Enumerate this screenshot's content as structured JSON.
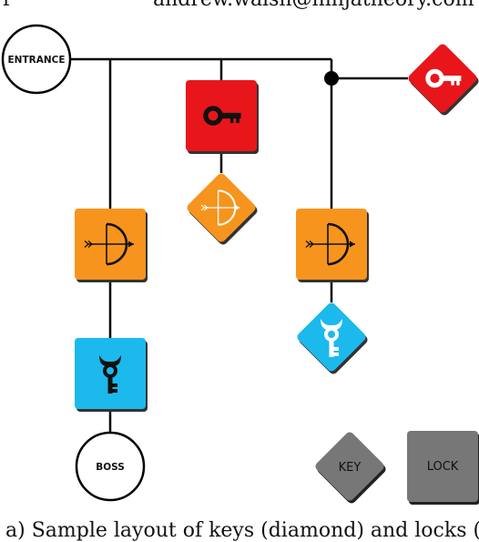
{
  "header": {
    "left_mark": "r",
    "email_fragment": "andrew.walsh@ninjatheory.com"
  },
  "nodes": {
    "entrance": {
      "label": "ENTRANCE"
    },
    "boss": {
      "label": "BOSS"
    }
  },
  "legend": {
    "key_label": "KEY",
    "lock_label": "LOCK"
  },
  "caption": "a) Sample layout of keys (diamond) and locks (",
  "colors": {
    "red": "#e8161a",
    "orange": "#f7941d",
    "blue": "#1cb9ec",
    "gray": "#777777",
    "line": "#000000"
  },
  "icons": {
    "red_lock": "red-key-lock-icon",
    "red_key": "red-key-diamond-icon",
    "orange_key": "orange-bow-key-icon",
    "orange_lock_left": "orange-bow-lock-icon",
    "orange_lock_right": "orange-bow-lock-icon",
    "blue_key": "blue-horned-key-icon",
    "blue_lock": "blue-horned-lock-icon"
  }
}
